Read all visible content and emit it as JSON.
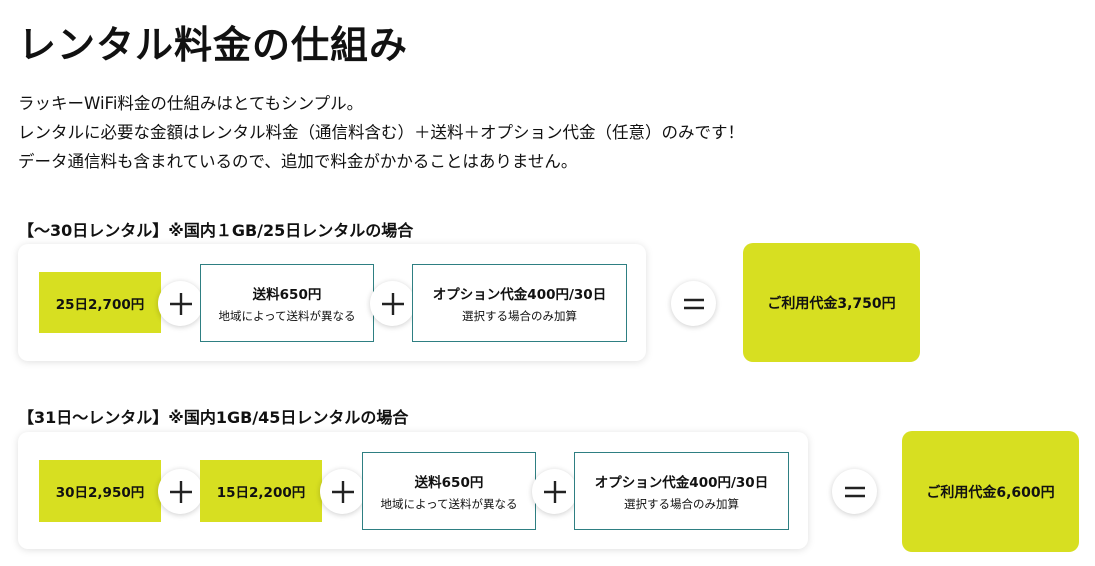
{
  "page": {
    "title": "レンタル料金の仕組み",
    "intro": [
      "ラッキーWiFi料金の仕組みはとてもシンプル。",
      "レンタルに必要な金額はレンタル料金（通信料含む）＋送料＋オプション代金（任意）のみです！",
      "データ通信料も含まれているので、追加で料金がかかることはありません。"
    ]
  },
  "plans": [
    {
      "heading": "【〜30日レンタル】※国内１GB/25日レンタルの場合",
      "rental": "25日2,700円",
      "shipping_main": "送料650円",
      "shipping_sub": "地域によって送料が異なる",
      "option_main": "オプション代金400円/30日",
      "option_sub": "選択する場合のみ加算",
      "total": "ご利用代金3,750円"
    },
    {
      "heading": "【31日〜レンタル】※国内1GB/45日レンタルの場合",
      "rental_a": "30日2,950円",
      "rental_b": "15日2,200円",
      "shipping_main": "送料650円",
      "shipping_sub": "地域によって送料が異なる",
      "option_main": "オプション代金400円/30日",
      "option_sub": "選択する場合のみ加算",
      "total": "ご利用代金6,600円"
    }
  ],
  "icons": {
    "plus": "plus-icon",
    "equals": "equals-icon"
  },
  "colors": {
    "accent": "#d7df21",
    "outline": "#2e7f82"
  }
}
